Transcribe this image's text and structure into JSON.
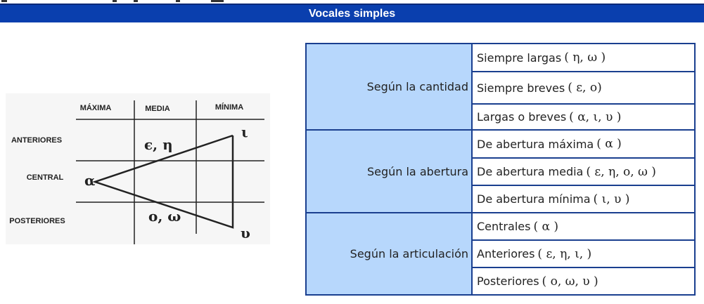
{
  "header": {
    "title": "Vocales simples"
  },
  "diagram": {
    "columns": [
      "MÁXIMA",
      "MEDIA",
      "MÍNIMA"
    ],
    "rows": [
      "ANTERIORES",
      "CENTRAL",
      "POSTERIORES"
    ],
    "points": {
      "alpha": "α",
      "epsilon_eta": "ϵ, η",
      "iota": "ι",
      "omicron_omega": "o, ω",
      "upsilon": "υ"
    }
  },
  "table": {
    "groups": [
      {
        "label": "Según la cantidad",
        "items": [
          {
            "label": "Siempre largas",
            "greek": "( η, ω )"
          },
          {
            "label": "Siempre breves",
            "greek": "( ε, ο)"
          },
          {
            "label": "Largas o breves",
            "greek": "( α, ι, υ )"
          }
        ]
      },
      {
        "label": "Según la abertura",
        "items": [
          {
            "label": "De abertura máxima",
            "greek": "( α )"
          },
          {
            "label": "De abertura media",
            "greek": "( ε, η, ο, ω )"
          },
          {
            "label": "De abertura mínima",
            "greek": "( ι, υ )"
          }
        ]
      },
      {
        "label": "Según la articulación",
        "items": [
          {
            "label": "Centrales",
            "greek": "( α )"
          },
          {
            "label": "Anteriores",
            "greek": "( ε, η, ι, )"
          },
          {
            "label": "Posteriores",
            "greek": "( ο, ω, υ )"
          }
        ]
      }
    ]
  },
  "colors": {
    "header_bg": "#0a3fae",
    "group_bg": "#b7d7fc",
    "border": "#1a3f8f"
  }
}
